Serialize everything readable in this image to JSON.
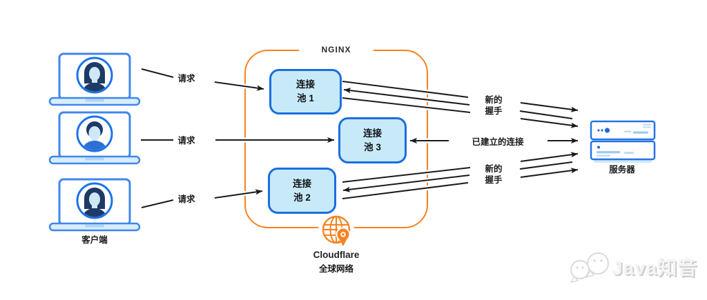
{
  "diagram": {
    "clients": {
      "label": "客户端"
    },
    "requests": [
      {
        "label": "请求"
      },
      {
        "label": "请求"
      },
      {
        "label": "请求"
      }
    ],
    "nginx": {
      "label": "NGINX",
      "pools": [
        {
          "line1": "连接",
          "line2": "池 1"
        },
        {
          "line1": "连接",
          "line2": "池 3"
        },
        {
          "line1": "连接",
          "line2": "池 2"
        }
      ]
    },
    "cloudflare": {
      "name": "Cloudflare",
      "network": "全球网络"
    },
    "annotations": {
      "handshake_top": {
        "line1": "新的",
        "line2": "握手"
      },
      "established": "已建立的连接",
      "handshake_bottom": {
        "line1": "新的",
        "line2": "握手"
      }
    },
    "server": {
      "label": "服务器"
    },
    "watermark": {
      "text": "Java知音"
    },
    "icons": {
      "laptop_female": "laptop-user-female-icon",
      "laptop_male": "laptop-user-male-icon",
      "server_rack": "server-rack-icon",
      "globe": "cloudflare-globe-pin-icon",
      "watermark_bubbles": "wechat-smiley-bubbles-icon"
    },
    "colors": {
      "nginx_border": "#F6821F",
      "pool_border": "#1A6DE0",
      "pool_fill": "#C8EAF8",
      "device_stroke": "#3F86EC",
      "avatar_ring": "#1A73E8",
      "avatar_dark": "#1E3A66",
      "connector": "#1A1A1A",
      "watermark_shadow": "#CCCCCC"
    }
  }
}
